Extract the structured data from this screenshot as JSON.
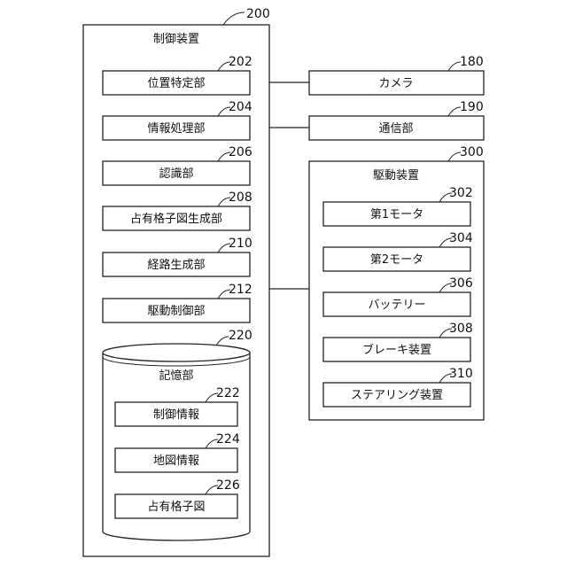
{
  "control_device": {
    "ref": "200",
    "title": "制御装置",
    "units": [
      {
        "ref": "202",
        "label": "位置特定部"
      },
      {
        "ref": "204",
        "label": "情報処理部"
      },
      {
        "ref": "206",
        "label": "認識部"
      },
      {
        "ref": "208",
        "label": "占有格子図生成部"
      },
      {
        "ref": "210",
        "label": "経路生成部"
      },
      {
        "ref": "212",
        "label": "駆動制御部"
      }
    ],
    "storage": {
      "ref": "220",
      "title": "記憶部",
      "items": [
        {
          "ref": "222",
          "label": "制御情報"
        },
        {
          "ref": "224",
          "label": "地図情報"
        },
        {
          "ref": "226",
          "label": "占有格子図"
        }
      ]
    }
  },
  "camera": {
    "ref": "180",
    "label": "カメラ"
  },
  "communication": {
    "ref": "190",
    "label": "通信部"
  },
  "drive_device": {
    "ref": "300",
    "title": "駆動装置",
    "parts": [
      {
        "ref": "302",
        "label": "第1モータ"
      },
      {
        "ref": "304",
        "label": "第2モータ"
      },
      {
        "ref": "306",
        "label": "バッテリー"
      },
      {
        "ref": "308",
        "label": "ブレーキ装置"
      },
      {
        "ref": "310",
        "label": "ステアリング装置"
      }
    ]
  }
}
